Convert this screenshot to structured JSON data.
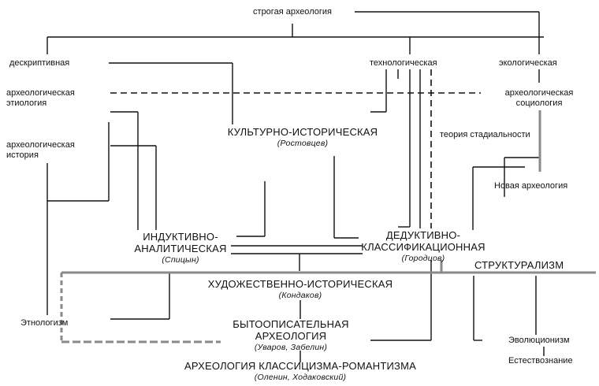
{
  "nodes": {
    "strict_archaeology": "строгая археология",
    "descriptive": "дескриптивная",
    "technological": "технологическая",
    "ecological": "экологическая",
    "arch_etiology": [
      "археологическая",
      "этиология"
    ],
    "arch_sociology": [
      "археологическая",
      "социология"
    ],
    "arch_history": [
      "археологическая",
      "история"
    ],
    "cultural_historical": "КУЛЬТУРНО-ИСТОРИЧЕСКАЯ",
    "cultural_historical_author": "(Ростовцев)",
    "stadiality_theory": "теория стадиальности",
    "new_archaeology": "Новая археология",
    "inductive": [
      "ИНДУКТИВНО-",
      "АНАЛИТИЧЕСКАЯ"
    ],
    "inductive_author": "(Спицын)",
    "deductive": [
      "ДЕДУКТИВНО-",
      "КЛАССИФИКАЦИОННАЯ"
    ],
    "deductive_author": "(Городцов)",
    "structuralism": "СТРУКТУРАЛИЗМ",
    "art_historical": "ХУДОЖЕСТВЕННО-ИСТОРИЧЕСКАЯ",
    "art_historical_author": "(Кондаков)",
    "ethnologism": "Этнологизм",
    "descriptive_daily": [
      "БЫТООПИСАТЕЛЬНАЯ",
      "АРХЕОЛОГИЯ"
    ],
    "descriptive_daily_author": "(Уваров, Забелин)",
    "evolutionism": "Эволюционизм",
    "natural_science": "Естествознание",
    "classicism_romanticism": "АРХЕОЛОГИЯ КЛАССИЦИЗМА-РОМАНТИЗМА",
    "classicism_romanticism_author": "(Оленин, Ходаковский)"
  },
  "colors": {
    "ink": "#111111",
    "thick_line": "#8a8a8a",
    "background": "#ffffff"
  }
}
